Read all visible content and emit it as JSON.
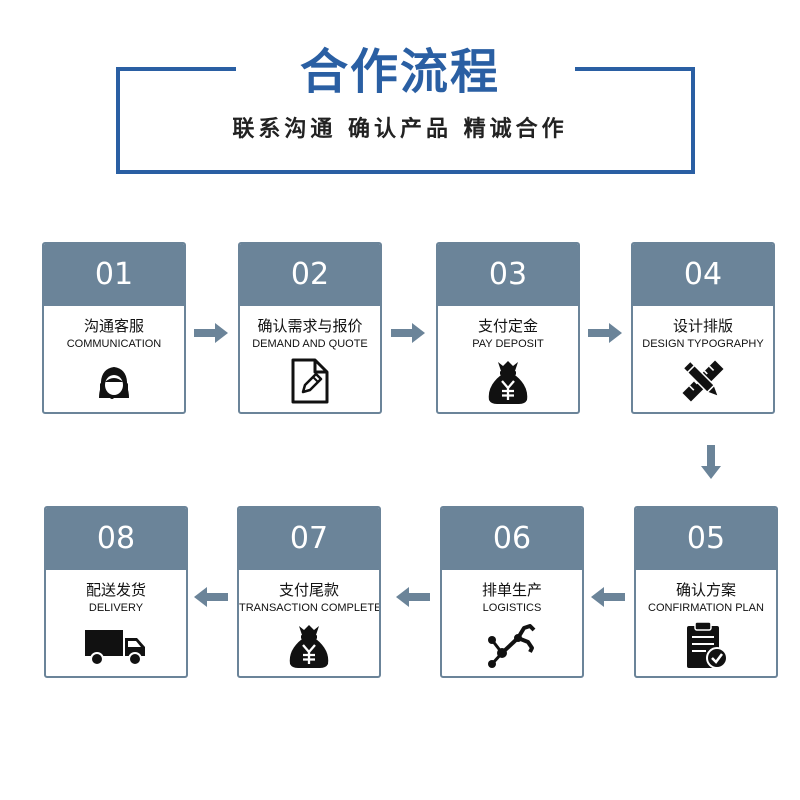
{
  "header": {
    "title": "合作流程",
    "subtitle": "联系沟通 确认产品 精诚合作"
  },
  "colors": {
    "accent": "#2a5fa3",
    "card": "#6b8499",
    "arrow": "#6b8499",
    "icon": "#111111"
  },
  "steps": [
    {
      "num": "01",
      "cn": "沟通客服",
      "en": "COMMUNICATION",
      "icon": "customer-service-icon"
    },
    {
      "num": "02",
      "cn": "确认需求与报价",
      "en": "DEMAND AND QUOTE",
      "icon": "document-edit-icon"
    },
    {
      "num": "03",
      "cn": "支付定金",
      "en": "PAY DEPOSIT",
      "icon": "money-bag-icon"
    },
    {
      "num": "04",
      "cn": "设计排版",
      "en": "DESIGN TYPOGRAPHY",
      "icon": "pencil-ruler-icon"
    },
    {
      "num": "05",
      "cn": "确认方案",
      "en": "CONFIRMATION PLAN",
      "icon": "clipboard-check-icon"
    },
    {
      "num": "06",
      "cn": "排单生产",
      "en": "LOGISTICS",
      "icon": "robot-arm-icon"
    },
    {
      "num": "07",
      "cn": "支付尾款",
      "en": "TRANSACTION COMPLETE",
      "icon": "money-bag-icon"
    },
    {
      "num": "08",
      "cn": "配送发货",
      "en": "DELIVERY",
      "icon": "delivery-truck-icon"
    }
  ]
}
